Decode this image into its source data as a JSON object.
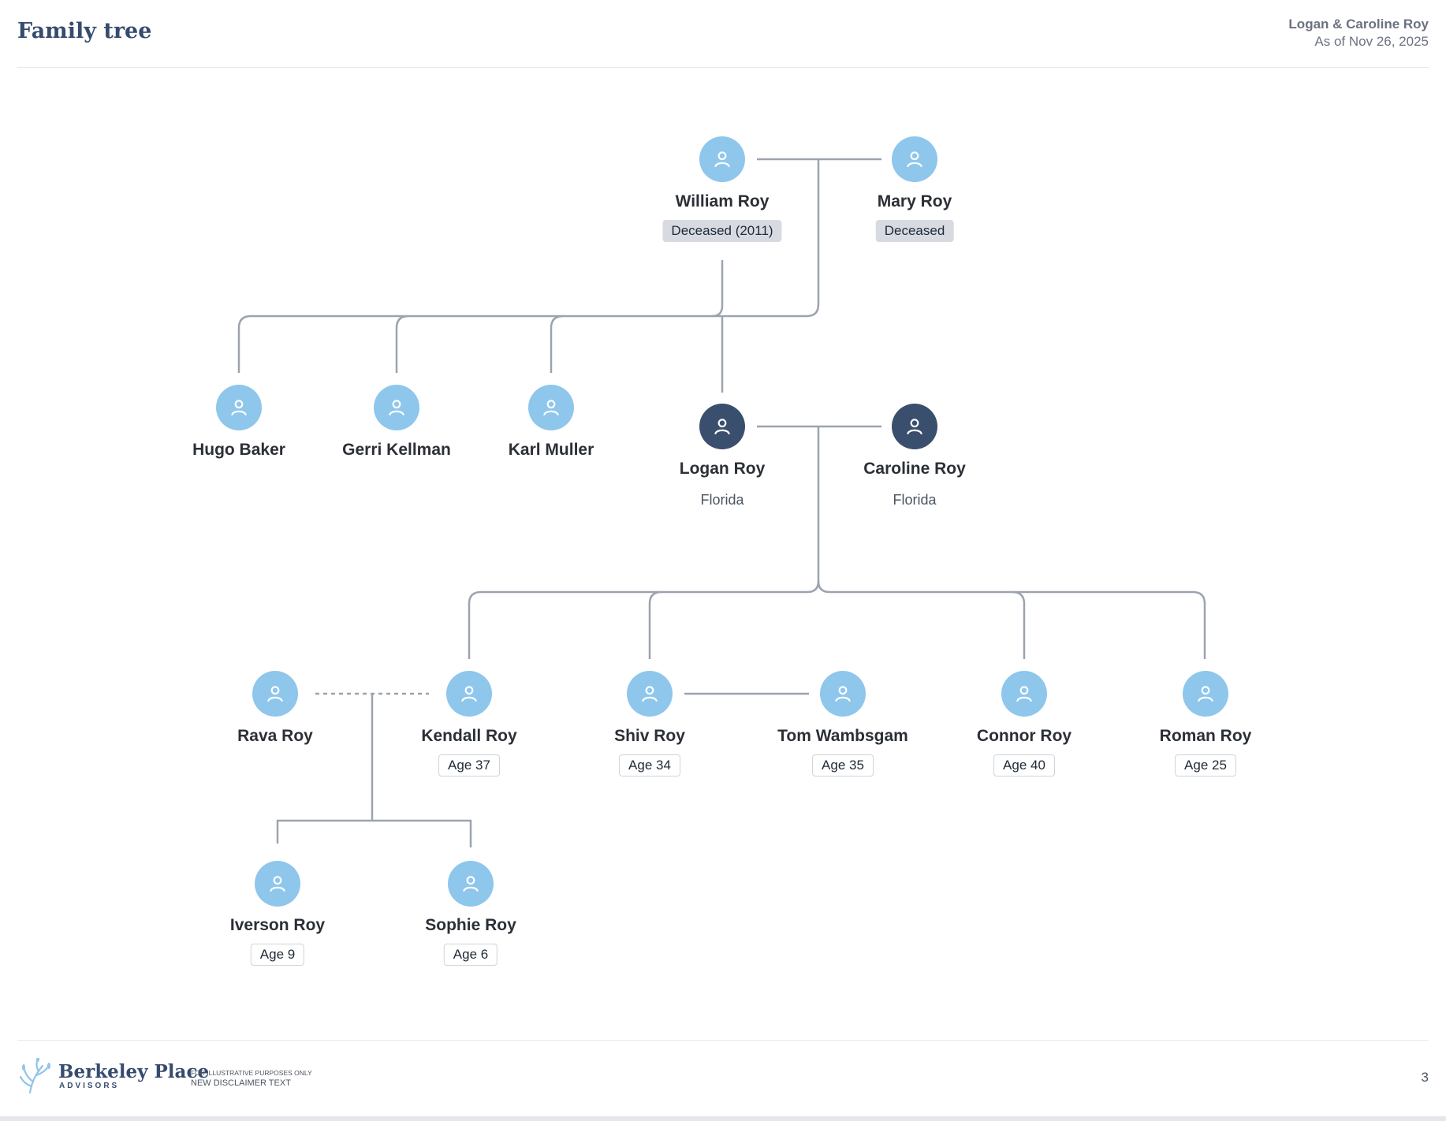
{
  "header": {
    "title": "Family tree",
    "client": "Logan & Caroline Roy",
    "as_of": "As of Nov 26, 2025"
  },
  "people": {
    "william": {
      "name": "William Roy",
      "badge": "Deceased (2011)"
    },
    "mary": {
      "name": "Mary Roy",
      "badge": "Deceased"
    },
    "hugo": {
      "name": "Hugo Baker"
    },
    "gerri": {
      "name": "Gerri Kellman"
    },
    "karl": {
      "name": "Karl Muller"
    },
    "logan": {
      "name": "Logan Roy",
      "state": "Florida"
    },
    "caroline": {
      "name": "Caroline Roy",
      "state": "Florida"
    },
    "rava": {
      "name": "Rava Roy"
    },
    "kendall": {
      "name": "Kendall Roy",
      "age": "Age 37"
    },
    "shiv": {
      "name": "Shiv Roy",
      "age": "Age 34"
    },
    "tom": {
      "name": "Tom Wambsgam",
      "age": "Age 35"
    },
    "connor": {
      "name": "Connor Roy",
      "age": "Age 40"
    },
    "roman": {
      "name": "Roman Roy",
      "age": "Age 25"
    },
    "iverson": {
      "name": "Iverson Roy",
      "age": "Age 9"
    },
    "sophie": {
      "name": "Sophie Roy",
      "age": "Age 6"
    }
  },
  "footer": {
    "brand": "Berkeley Place",
    "brand_sub": "ADVISORS",
    "disclaimer_1": "FOR ILLUSTRATIVE PURPOSES ONLY",
    "disclaimer_2": "NEW DISCLAIMER TEXT",
    "page_number": "3"
  },
  "colors": {
    "avatar": "#8ec6ec",
    "avatar_primary": "#3a4f6e",
    "connector": "#9ca3af",
    "brand": "#364c6e"
  }
}
